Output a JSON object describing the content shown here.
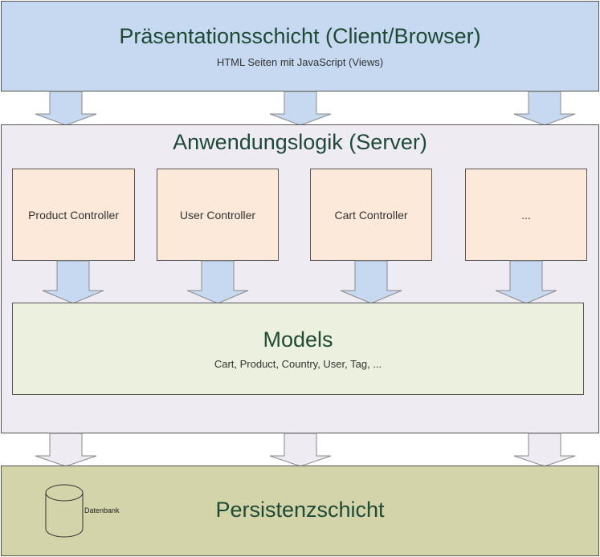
{
  "presentation": {
    "title": "Präsentationsschicht (Client/Browser)",
    "subtitle": "HTML Seiten mit JavaScript (Views)"
  },
  "application": {
    "title": "Anwendungslogik (Server)",
    "controllers": [
      {
        "label": "Product Controller"
      },
      {
        "label": "User Controller"
      },
      {
        "label": "Cart Controller"
      },
      {
        "label": "..."
      }
    ]
  },
  "models": {
    "title": "Models",
    "subtitle": "Cart, Product, Country, User, Tag, ..."
  },
  "persistence": {
    "title": "Persistenzschicht",
    "database_label": "Datenbank"
  },
  "colors": {
    "presentation_fill": "#c6d9f1",
    "application_fill": "#eeebf2",
    "controller_fill": "#fde9d9",
    "models_fill": "#ebf1de",
    "persistence_fill": "#d3d4a9",
    "arrow_fill": "#c6d9f1",
    "heading_text": "#1f4a36"
  }
}
